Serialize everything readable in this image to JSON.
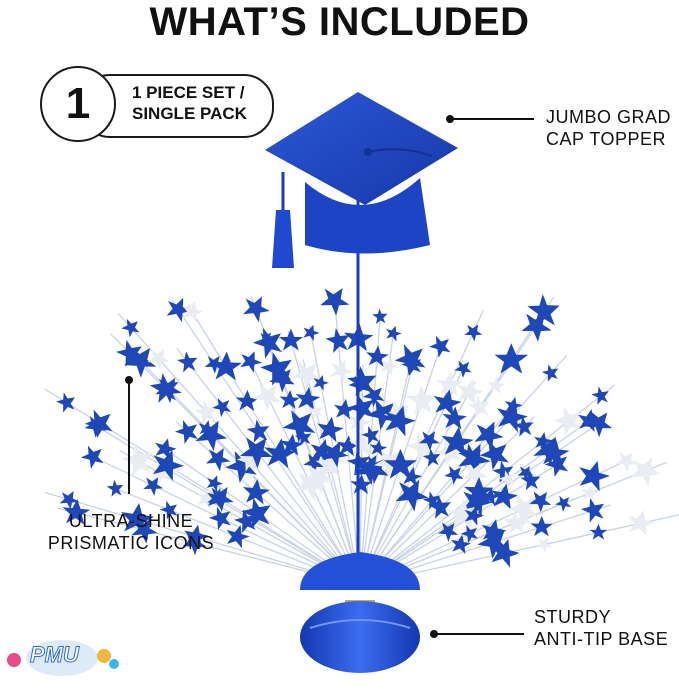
{
  "header": {
    "title": "WHAT’S INCLUDED"
  },
  "badge": {
    "count": "1",
    "line1": "1 PIECE SET /",
    "line2": "SINGLE PACK"
  },
  "callouts": {
    "topper": {
      "line1": "JUMBO GRAD",
      "line2": "CAP TOPPER"
    },
    "icons": {
      "line1": "ULTRA-SHINE",
      "line2": "PRISMATIC ICONS"
    },
    "base": {
      "line1": "STURDY",
      "line2": "ANTI-TIP BASE"
    }
  },
  "logo": {
    "text": "PMU"
  },
  "colors": {
    "accent": "#1f4fc8",
    "star_blue": "#1e48b8",
    "star_white": "#e9edf3",
    "text": "#111111"
  },
  "icons": [
    "graduation-cap-icon",
    "star-icon",
    "tassel-icon"
  ]
}
